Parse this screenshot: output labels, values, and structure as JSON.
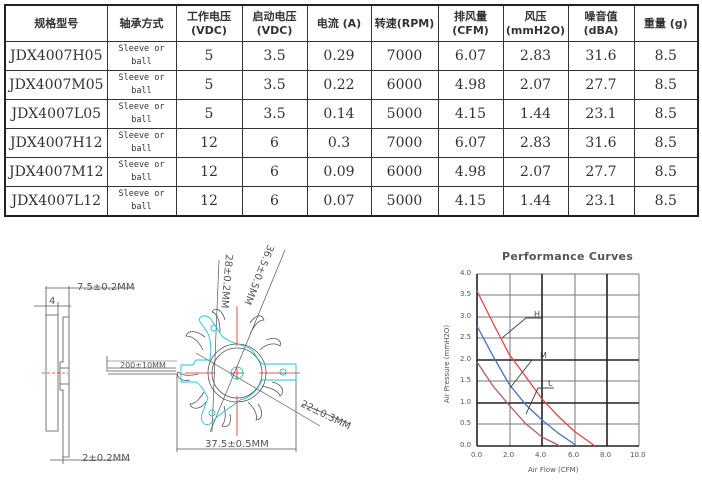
{
  "spec_table": {
    "headers": [
      {
        "label": "规格型号",
        "unit": ""
      },
      {
        "label": "轴承方式",
        "unit": ""
      },
      {
        "label": "工作电压",
        "unit": "(VDC)"
      },
      {
        "label": "启动电压",
        "unit": "(VDC)"
      },
      {
        "label": "电流 (A)",
        "unit": ""
      },
      {
        "label": "转速(RPM)",
        "unit": ""
      },
      {
        "label": "排风量",
        "unit": "(CFM)"
      },
      {
        "label": "风压",
        "unit": "(mmH2O)"
      },
      {
        "label": "噪音值",
        "unit": "(dBA)"
      },
      {
        "label": "重量 (g)",
        "unit": ""
      }
    ],
    "rows": [
      {
        "model": "JDX4007H05",
        "bearing_1": "Sleeve or",
        "bearing_2": "ball",
        "voltage": "5",
        "start_voltage": "3.5",
        "current": "0.29",
        "speed": "7000",
        "airflow": "6.07",
        "pressure": "2.83",
        "noise": "31.6",
        "weight": "8.5"
      },
      {
        "model": "JDX4007M05",
        "bearing_1": "Sleeve or",
        "bearing_2": "ball",
        "voltage": "5",
        "start_voltage": "3.5",
        "current": "0.22",
        "speed": "6000",
        "airflow": "4.98",
        "pressure": "2.07",
        "noise": "27.7",
        "weight": "8.5"
      },
      {
        "model": "JDX4007L05",
        "bearing_1": "Sleeve or",
        "bearing_2": "ball",
        "voltage": "5",
        "start_voltage": "3.5",
        "current": "0.14",
        "speed": "5000",
        "airflow": "4.15",
        "pressure": "1.44",
        "noise": "23.1",
        "weight": "8.5"
      },
      {
        "model": "JDX4007H12",
        "bearing_1": "Sleeve or",
        "bearing_2": "ball",
        "voltage": "12",
        "start_voltage": "6",
        "current": "0.3",
        "speed": "7000",
        "airflow": "6.07",
        "pressure": "2.83",
        "noise": "31.6",
        "weight": "8.5"
      },
      {
        "model": "JDX4007M12",
        "bearing_1": "Sleeve or",
        "bearing_2": "ball",
        "voltage": "12",
        "start_voltage": "6",
        "current": "0.09",
        "speed": "6000",
        "airflow": "4.98",
        "pressure": "2.07",
        "noise": "27.7",
        "weight": "8.5"
      },
      {
        "model": "JDX4007L12",
        "bearing_1": "Sleeve or",
        "bearing_2": "ball",
        "voltage": "12",
        "start_voltage": "6",
        "current": "0.07",
        "speed": "5000",
        "airflow": "4.15",
        "pressure": "1.44",
        "noise": "23.1",
        "weight": "8.5"
      }
    ]
  },
  "drawing": {
    "dim_thickness_total": "7.5±0.2MM",
    "dim_thickness_frame": "4",
    "dim_thickness_bracket": "2±0.2MM",
    "dim_cable": "200±10MM",
    "dim_hole_to_hole": "28±0.2MM",
    "dim_diag": "36.5±0.5MM",
    "dim_blade": "22±0.3MM",
    "dim_width": "37.5±0.5MM",
    "colors": {
      "line": "#555555",
      "outline": "#22c4d8",
      "center": "#e02020"
    }
  },
  "chart_data": {
    "type": "line",
    "title": "Performance Curves",
    "xlabel": "Air Flow (CFM)",
    "ylabel": "Air Pressure (mmH2O)",
    "xlim": [
      0,
      10
    ],
    "ylim": [
      0,
      4
    ],
    "x_ticks": [
      "0.0",
      "2.0",
      "4.0",
      "6.0",
      "8.0",
      "10.0"
    ],
    "y_ticks": [
      "0.0",
      "0.5",
      "1.0",
      "1.5",
      "2.0",
      "2.5",
      "3.0",
      "3.5",
      "4.0"
    ],
    "grid": true,
    "series": [
      {
        "name": "H",
        "color": "#e04848",
        "x": [
          0,
          1,
          2,
          3,
          4,
          5,
          6,
          7.3
        ],
        "y": [
          3.6,
          2.85,
          2.15,
          1.6,
          1.1,
          0.7,
          0.35,
          0.0
        ]
      },
      {
        "name": "M",
        "color": "#4870c8",
        "x": [
          0,
          1,
          2,
          3,
          4,
          5,
          6.2
        ],
        "y": [
          2.8,
          2.1,
          1.45,
          0.95,
          0.6,
          0.3,
          0.0
        ]
      },
      {
        "name": "L",
        "color": "#b05878",
        "x": [
          0,
          1,
          2,
          3,
          4,
          5.1
        ],
        "y": [
          1.95,
          1.4,
          0.95,
          0.5,
          0.2,
          0.0
        ]
      }
    ],
    "annotations": [
      "H",
      "M",
      "L"
    ]
  }
}
